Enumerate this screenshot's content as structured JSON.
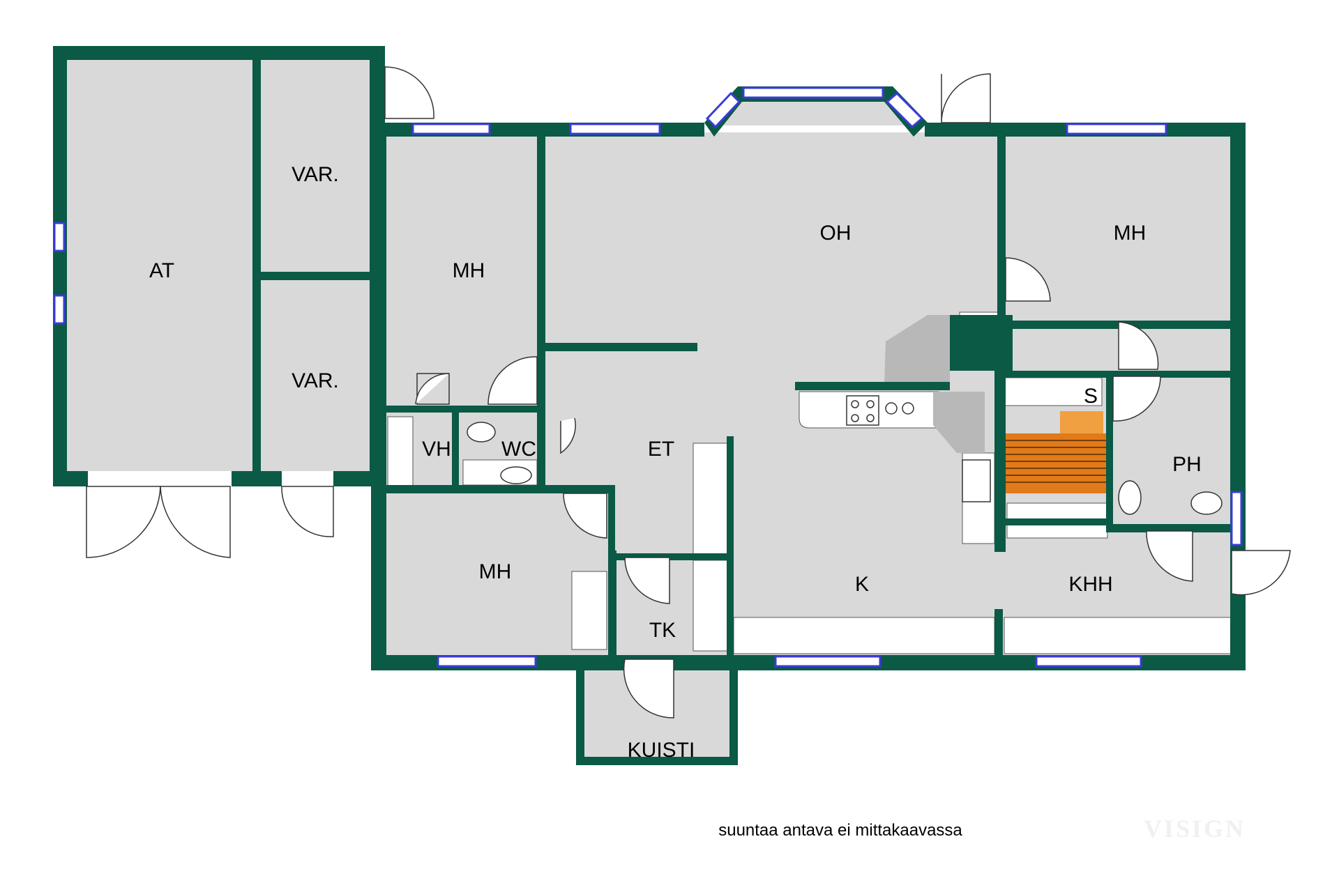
{
  "rooms": {
    "at": "AT",
    "var1": "VAR.",
    "var2": "VAR.",
    "mh1": "MH",
    "oh": "OH",
    "mh2": "MH",
    "vh": "VH",
    "wc": "WC",
    "et": "ET",
    "s": "S",
    "ph": "PH",
    "mh3": "MH",
    "k": "K",
    "khh": "KHH",
    "tk": "TK",
    "kuisti": "KUISTI"
  },
  "note": "suuntaa antava ei mittakaavassa",
  "watermark": "VISIGN",
  "colors": {
    "wall": "#0a5a46",
    "floor": "#d9d9d9",
    "window": "#3b3bd6",
    "sauna_bench": "#e07a1a",
    "sauna_stove": "#f0a040"
  }
}
